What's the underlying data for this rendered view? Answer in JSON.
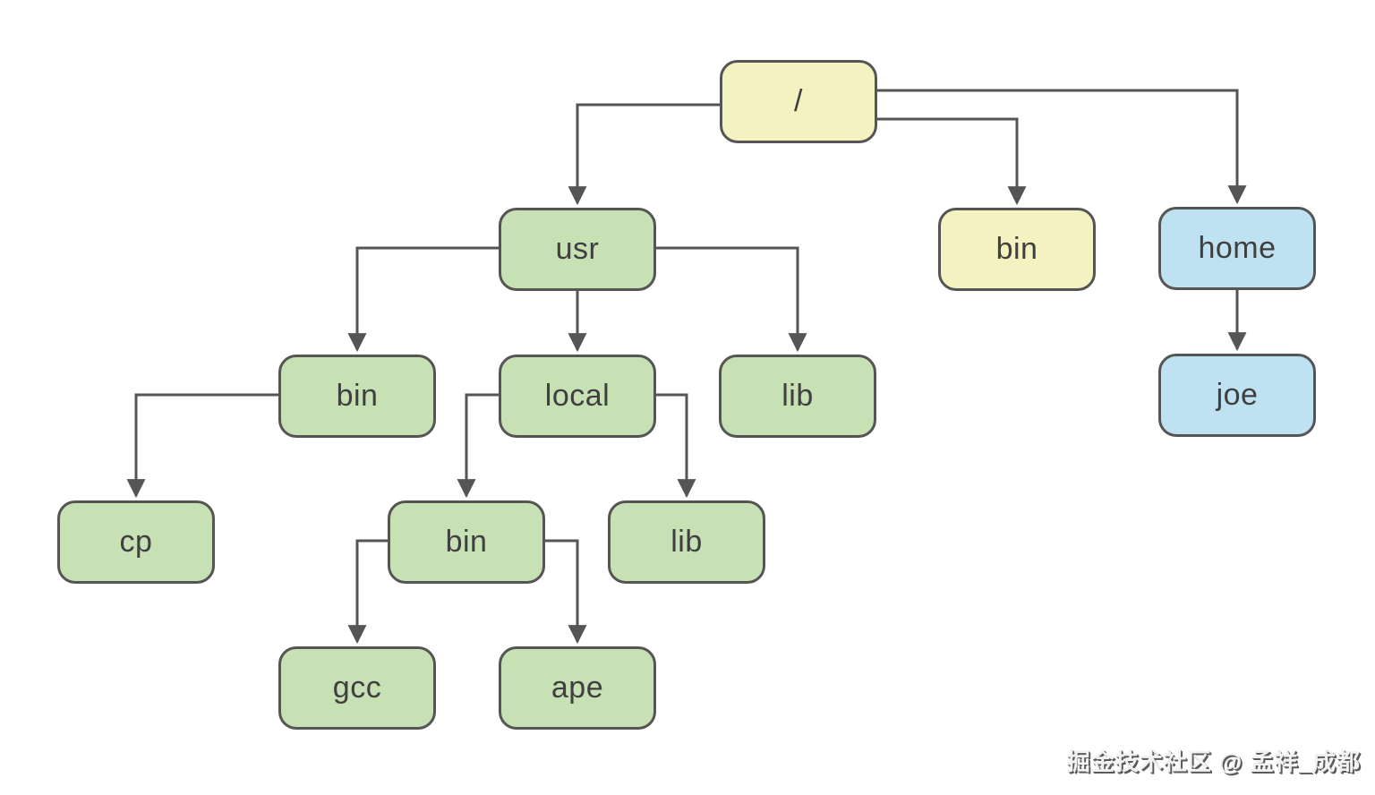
{
  "diagram": {
    "type": "tree",
    "description": "Unix filesystem directory tree",
    "nodes": [
      {
        "id": "root",
        "label": "/",
        "variant": "yellow"
      },
      {
        "id": "usr",
        "label": "usr",
        "variant": "green"
      },
      {
        "id": "bin-root",
        "label": "bin",
        "variant": "yellow"
      },
      {
        "id": "home",
        "label": "home",
        "variant": "blue"
      },
      {
        "id": "bin-usr",
        "label": "bin",
        "variant": "green"
      },
      {
        "id": "local",
        "label": "local",
        "variant": "green"
      },
      {
        "id": "lib-usr",
        "label": "lib",
        "variant": "green"
      },
      {
        "id": "joe",
        "label": "joe",
        "variant": "blue"
      },
      {
        "id": "cp",
        "label": "cp",
        "variant": "green"
      },
      {
        "id": "bin-local",
        "label": "bin",
        "variant": "green"
      },
      {
        "id": "lib-local",
        "label": "lib",
        "variant": "green"
      },
      {
        "id": "gcc",
        "label": "gcc",
        "variant": "green"
      },
      {
        "id": "ape",
        "label": "ape",
        "variant": "green"
      }
    ],
    "edges": [
      {
        "from": "root",
        "to": "usr"
      },
      {
        "from": "root",
        "to": "bin-root"
      },
      {
        "from": "root",
        "to": "home"
      },
      {
        "from": "usr",
        "to": "bin-usr"
      },
      {
        "from": "usr",
        "to": "local"
      },
      {
        "from": "usr",
        "to": "lib-usr"
      },
      {
        "from": "home",
        "to": "joe"
      },
      {
        "from": "bin-usr",
        "to": "cp"
      },
      {
        "from": "local",
        "to": "bin-local"
      },
      {
        "from": "local",
        "to": "lib-local"
      },
      {
        "from": "bin-local",
        "to": "gcc"
      },
      {
        "from": "bin-local",
        "to": "ape"
      }
    ],
    "colors": {
      "yellow": "#f5f2c1",
      "green": "#c7e1b5",
      "blue": "#bfe2f2",
      "line": "#555555",
      "text": "#3f3f3f"
    }
  },
  "watermark": {
    "text": "掘金技术社区 @ 孟祥_成都"
  }
}
